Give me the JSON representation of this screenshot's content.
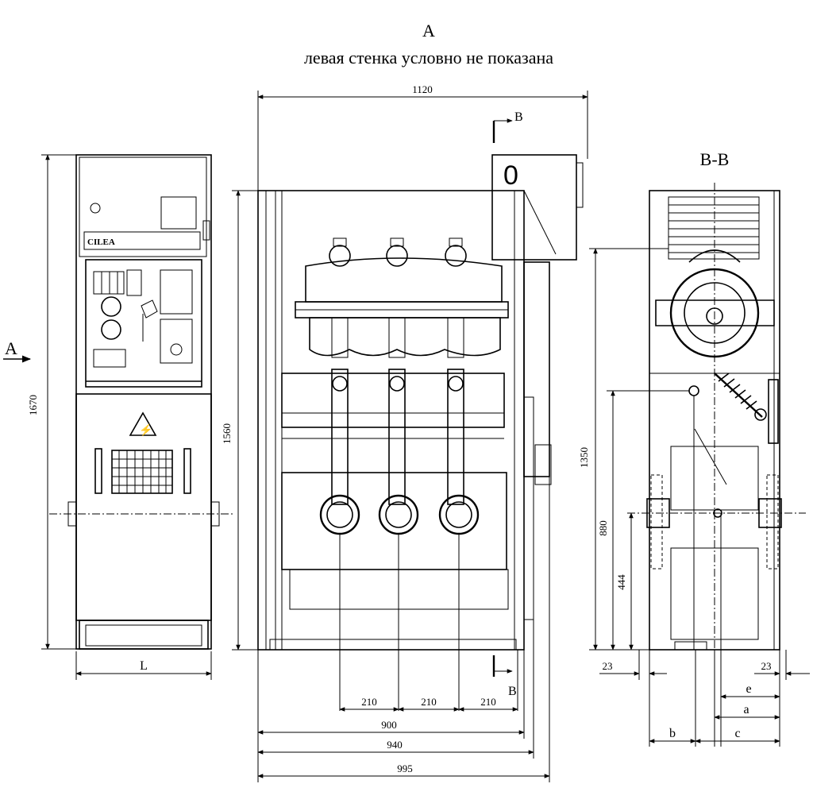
{
  "header": {
    "view_letter": "A",
    "subtitle": "левая стенка условно не показана"
  },
  "front_view": {
    "view_arrow_label": "A",
    "height_dim": "1670",
    "width_dim": "L",
    "brand_label": "CILEA",
    "warning_symbol": "⚡"
  },
  "side_view": {
    "width_dim": "1120",
    "height_dim": "1560",
    "section_mark_top": "B",
    "section_mark_bottom": "B",
    "spacing_1": "210",
    "spacing_2": "210",
    "spacing_3": "210",
    "dim_900": "900",
    "dim_940": "940",
    "dim_995": "995",
    "indicator": "0"
  },
  "section_view": {
    "title": "B-B",
    "dim_1350": "1350",
    "dim_880": "880",
    "dim_444": "444",
    "dim_23_left": "23",
    "dim_23_right": "23",
    "label_e": "e",
    "label_a": "a",
    "label_b": "b",
    "label_c": "c"
  }
}
